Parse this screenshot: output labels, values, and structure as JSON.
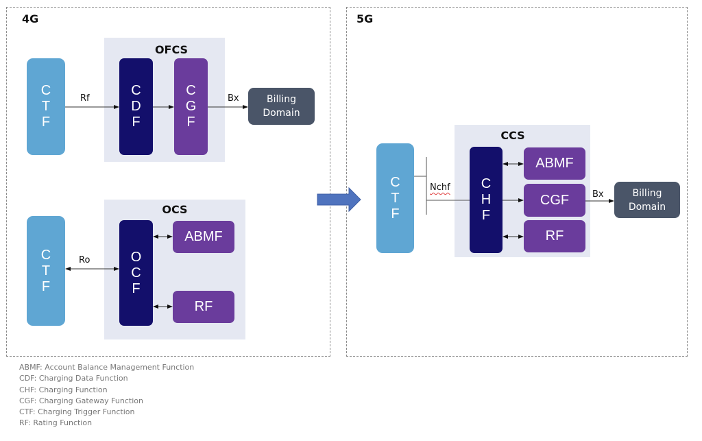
{
  "panels": {
    "left": {
      "title": "4G"
    },
    "right": {
      "title": "5G"
    }
  },
  "fourG": {
    "ofcs": {
      "title": "OFCS",
      "ctf": [
        "C",
        "T",
        "F"
      ],
      "cdf": [
        "C",
        "D",
        "F"
      ],
      "cgf": [
        "C",
        "G",
        "F"
      ],
      "rf_label": "Rf",
      "bx_label": "Bx",
      "billing": [
        "Billing",
        "Domain"
      ]
    },
    "ocs": {
      "title": "OCS",
      "ctf": [
        "C",
        "T",
        "F"
      ],
      "ocf": [
        "O",
        "C",
        "F"
      ],
      "abmf": "ABMF",
      "rf": "RF",
      "ro_label": "Ro"
    }
  },
  "fiveG": {
    "ccs": {
      "title": "CCS",
      "ctf": [
        "C",
        "T",
        "F"
      ],
      "chf": [
        "C",
        "H",
        "F"
      ],
      "abmf": "ABMF",
      "cgf": "CGF",
      "rf": "RF",
      "nchf_label": "Nchf",
      "bx_label": "Bx",
      "billing": [
        "Billing",
        "Domain"
      ]
    }
  },
  "colors": {
    "ctf": "#5fa6d3",
    "core": "#130f6b",
    "function": "#6a3c9c",
    "billing": "#4a5568",
    "group_bg": "#e5e8f2",
    "transition_arrow": "#4f73be"
  },
  "legend": [
    "ABMF: Account Balance Management Function",
    "CDF: Charging Data Function",
    "CHF: Charging Function",
    "CGF: Charging Gateway Function",
    "CTF: Charging Trigger Function",
    "RF: Rating Function"
  ]
}
